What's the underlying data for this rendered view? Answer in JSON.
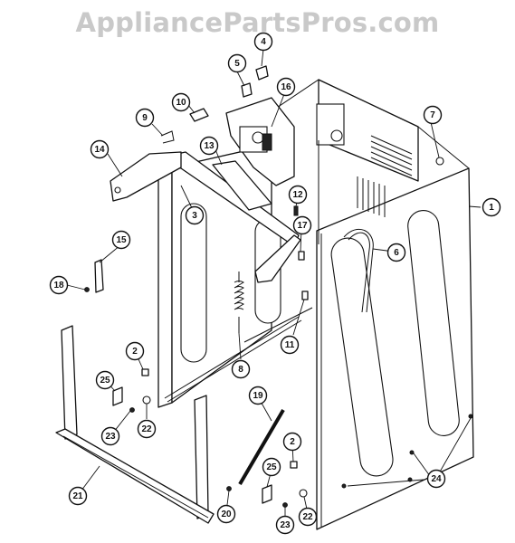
{
  "watermark": "AppliancePartsPros.com",
  "callouts": [
    "1",
    "2",
    "2",
    "3",
    "4",
    "5",
    "6",
    "7",
    "8",
    "9",
    "10",
    "11",
    "12",
    "13",
    "14",
    "15",
    "16",
    "17",
    "18",
    "19",
    "20",
    "21",
    "22",
    "22",
    "23",
    "23",
    "24",
    "25",
    "25"
  ]
}
